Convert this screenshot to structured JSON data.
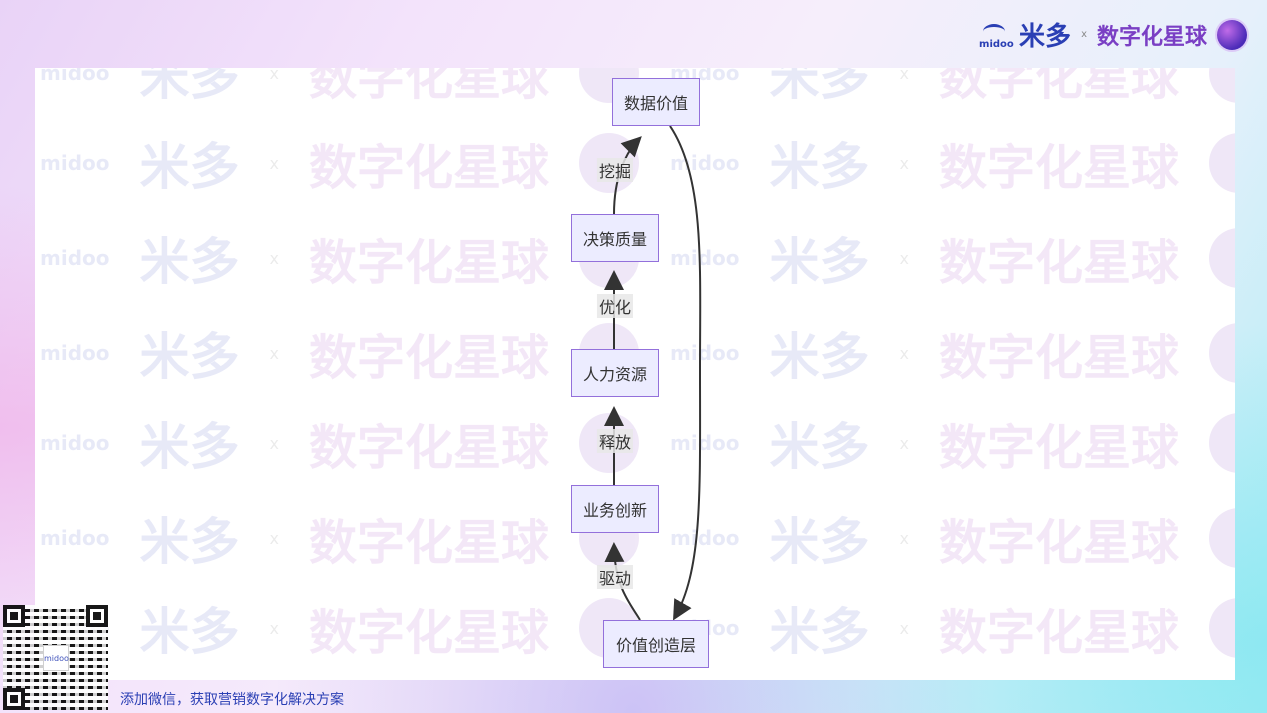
{
  "brand": {
    "logo_sub": "midoo",
    "logo_name": "米多",
    "separator": "x",
    "partner": "数字化星球"
  },
  "watermark": {
    "logo_sub": "midoo",
    "logo_name": "米多",
    "separator": "x",
    "partner": "数字化星球"
  },
  "diagram": {
    "nodes": {
      "n1": "数据价值",
      "n2": "决策质量",
      "n3": "人力资源",
      "n4": "业务创新",
      "n5": "价值创造层"
    },
    "edges": [
      {
        "from": "n5",
        "to": "n4",
        "label": "驱动"
      },
      {
        "from": "n4",
        "to": "n3",
        "label": "释放"
      },
      {
        "from": "n3",
        "to": "n2",
        "label": "优化"
      },
      {
        "from": "n2",
        "to": "n1",
        "label": "挖掘"
      },
      {
        "from": "n1",
        "to": "n5",
        "label": ""
      }
    ]
  },
  "qr": {
    "logo": "midoo"
  },
  "footer": {
    "text": "添加微信，获取营销数字化解决方案"
  }
}
